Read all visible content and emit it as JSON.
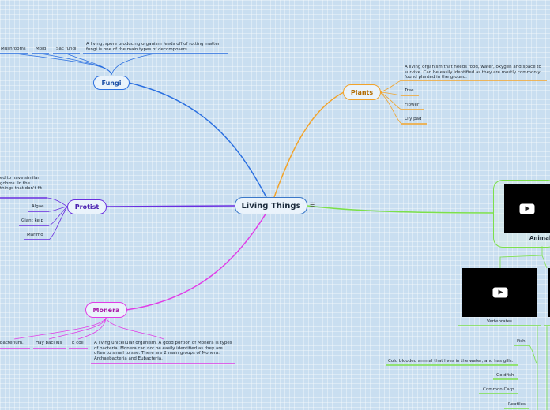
{
  "root": {
    "label": "Living Things",
    "menu_icon": "list-icon"
  },
  "colors": {
    "fungi": "#2a6fe0",
    "plants": "#f2a32a",
    "protist": "#6a2ee0",
    "monera": "#e03ce6",
    "animals": "#7ce04a"
  },
  "fungi": {
    "label": "Fungi",
    "children": [
      "Mushrooms",
      "Mold",
      "Sac fungi"
    ],
    "description": "A living, spore producing organism feeds off of rotting matter. fungi is one of the main types of decomposers."
  },
  "plants": {
    "label": "Plants",
    "description": "A living organism that needs food, water, oxygen and space to survive. Can be easily identified as they are mostly commonly found planted in the ground.",
    "children": [
      "Tree",
      "Flower",
      "Lily pad"
    ]
  },
  "protist": {
    "label": "Protist",
    "description_fragment": "ed to have similar\ngdoms. In the\nthings that don't fit",
    "children": [
      "Algae",
      "Giant kelp",
      "Marimo"
    ]
  },
  "monera": {
    "label": "Monera",
    "children": [
      "bacterium.",
      "Hay bacillus",
      "E coli"
    ],
    "description": "A living unicellular organism. A good portion of Monera is types of bacteria. Monera can not be easily identified as they are often to small to see. There are 2 main groups of Monera: Archaebacteria and Eubacteria."
  },
  "animals": {
    "label": "Animal",
    "vertebrates": "Vertebrates",
    "fish": "Fish",
    "fish_description": "Cold blooded animal that lives in the water, and has gills.",
    "goldfish": "Goldfish",
    "common_carp": "Common Carp",
    "reptiles": "Reptiles"
  }
}
